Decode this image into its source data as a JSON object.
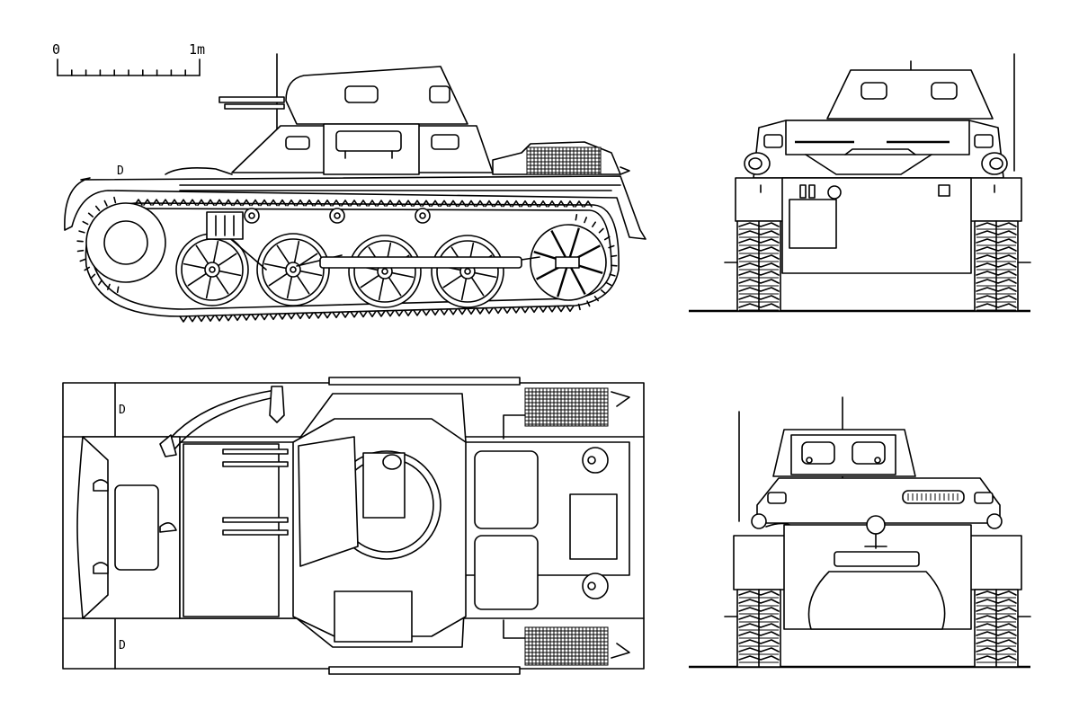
{
  "scale_bar": {
    "start_label": "0",
    "end_label": "1m"
  },
  "views": [
    {
      "id": "side",
      "kind": "left-side-elevation"
    },
    {
      "id": "front",
      "kind": "front-elevation"
    },
    {
      "id": "top",
      "kind": "plan-view"
    },
    {
      "id": "rear",
      "kind": "rear-elevation"
    }
  ],
  "colors": {
    "line": "#000000",
    "background": "#ffffff"
  }
}
